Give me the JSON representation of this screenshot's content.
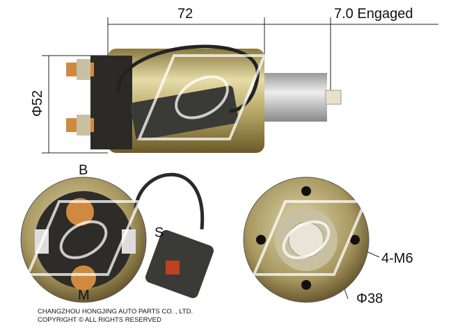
{
  "dimensions": {
    "length": "72",
    "engaged": "7.0 Engaged",
    "diameter_body": "Φ52",
    "mounting_holes": "4-M6",
    "diameter_flange": "Φ38"
  },
  "terminals": {
    "b": "B",
    "s": "S",
    "m": "M"
  },
  "footer": {
    "company": "CHANGZHOU HONGJING AUTO PARTS CO. , LTD.",
    "copyright": "COPYRIGHT © ALL RIGHTS RESERVED"
  },
  "colors": {
    "body": "#c8b878",
    "copper": "#d08a40",
    "connector": "#3a3a36"
  }
}
